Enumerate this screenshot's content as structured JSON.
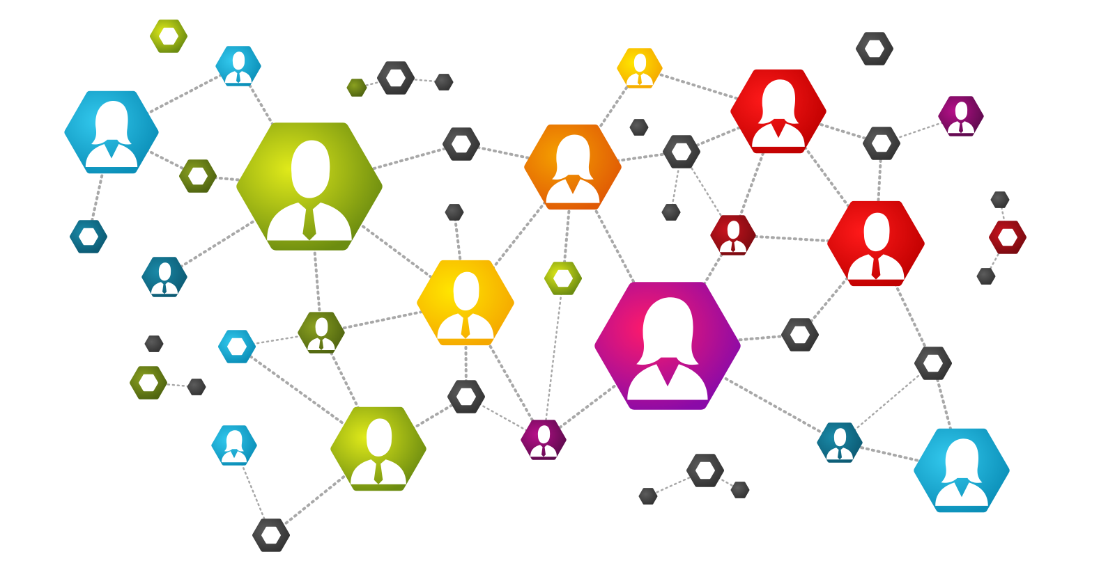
{
  "diagram": {
    "kind": "social network graph",
    "colors": {
      "cyan": [
        "#33c9ee",
        "#0b8fb8"
      ],
      "teal": [
        "#1a8aa8",
        "#0c5a73"
      ],
      "lime": [
        "#e0ea1a",
        "#6c8c10"
      ],
      "olive": [
        "#8aa020",
        "#4f6410"
      ],
      "yellow": [
        "#ffe600",
        "#f5a800"
      ],
      "orange": [
        "#f5a000",
        "#e05a05"
      ],
      "red": [
        "#ff1a1a",
        "#c00000"
      ],
      "darkred": [
        "#c8141e",
        "#7a0a10"
      ],
      "magenta": [
        "#ff1a6a",
        "#8a0aa8"
      ],
      "purple": [
        "#b8108a",
        "#5c0a4c"
      ],
      "gray": [
        "#5c5c5c",
        "#333333"
      ],
      "line": "#a8a8a8"
    },
    "people": [
      {
        "id": "p1",
        "icon": "woman-icon",
        "color": "cyan"
      },
      {
        "id": "p2",
        "icon": "man-icon",
        "color": "cyan"
      },
      {
        "id": "p3",
        "icon": "man-icon",
        "color": "lime"
      },
      {
        "id": "p4",
        "icon": "man-icon",
        "color": "teal"
      },
      {
        "id": "p5",
        "icon": "man-icon",
        "color": "olive"
      },
      {
        "id": "p6",
        "icon": "man-icon",
        "color": "yellow"
      },
      {
        "id": "p7",
        "icon": "man-icon",
        "color": "lime"
      },
      {
        "id": "p8",
        "icon": "woman-icon",
        "color": "cyan"
      },
      {
        "id": "p9",
        "icon": "woman-icon",
        "color": "orange"
      },
      {
        "id": "p10",
        "icon": "man-icon",
        "color": "yellow"
      },
      {
        "id": "p11",
        "icon": "man-icon",
        "color": "purple"
      },
      {
        "id": "p12",
        "icon": "woman-icon",
        "color": "magenta"
      },
      {
        "id": "p13",
        "icon": "woman-icon",
        "color": "red"
      },
      {
        "id": "p14",
        "icon": "man-icon",
        "color": "darkred"
      },
      {
        "id": "p15",
        "icon": "man-icon",
        "color": "red"
      },
      {
        "id": "p16",
        "icon": "man-icon",
        "color": "purple"
      },
      {
        "id": "p17",
        "icon": "man-icon",
        "color": "teal"
      },
      {
        "id": "p18",
        "icon": "woman-icon",
        "color": "cyan"
      }
    ],
    "rings": [
      {
        "id": "r1",
        "color": "lime"
      },
      {
        "id": "r2",
        "color": "olive"
      },
      {
        "id": "r3",
        "color": "teal"
      },
      {
        "id": "r4",
        "color": "cyan"
      },
      {
        "id": "r5",
        "color": "olive"
      },
      {
        "id": "r6",
        "color": "gray"
      },
      {
        "id": "r7",
        "color": "gray"
      },
      {
        "id": "r8",
        "color": "gray"
      },
      {
        "id": "r9",
        "color": "lime"
      },
      {
        "id": "r10",
        "color": "gray"
      },
      {
        "id": "r11",
        "color": "darkred"
      },
      {
        "id": "r12",
        "color": "gray"
      },
      {
        "id": "r13",
        "color": "gray"
      },
      {
        "id": "r14",
        "color": "gray"
      },
      {
        "id": "r15",
        "color": "gray"
      },
      {
        "id": "r16",
        "color": "darkred"
      },
      {
        "id": "r17",
        "color": "gray"
      }
    ],
    "dots": [
      {
        "id": "d1",
        "color": "olive"
      },
      {
        "id": "d2",
        "color": "gray"
      },
      {
        "id": "d3",
        "color": "gray"
      },
      {
        "id": "d4",
        "color": "gray"
      },
      {
        "id": "d5",
        "color": "gray"
      },
      {
        "id": "d6",
        "color": "gray"
      },
      {
        "id": "d7",
        "color": "gray"
      },
      {
        "id": "d8",
        "color": "gray"
      },
      {
        "id": "d9",
        "color": "gray"
      },
      {
        "id": "d10",
        "color": "gray"
      },
      {
        "id": "d11",
        "color": "gray"
      },
      {
        "id": "d12",
        "color": "gray"
      },
      {
        "id": "d13",
        "color": "gray"
      }
    ],
    "links": [
      [
        "p1",
        "r2"
      ],
      [
        "p1",
        "p2"
      ],
      [
        "p1",
        "r3"
      ],
      [
        "p2",
        "p3"
      ],
      [
        "r2",
        "p3"
      ],
      [
        "p3",
        "p4"
      ],
      [
        "p3",
        "p5"
      ],
      [
        "p3",
        "r6"
      ],
      [
        "p3",
        "p6"
      ],
      [
        "r6",
        "p9"
      ],
      [
        "p9",
        "p6"
      ],
      [
        "p9",
        "r9"
      ],
      [
        "p9",
        "r10"
      ],
      [
        "p9",
        "p10"
      ],
      [
        "p9",
        "p12"
      ],
      [
        "p10",
        "r11"
      ],
      [
        "r11",
        "p13"
      ],
      [
        "r10",
        "p13"
      ],
      [
        "r10",
        "p14"
      ],
      [
        "r10",
        "d7"
      ],
      [
        "p13",
        "r12"
      ],
      [
        "p13",
        "p14"
      ],
      [
        "p13",
        "p15"
      ],
      [
        "r12",
        "p16"
      ],
      [
        "r12",
        "p15"
      ],
      [
        "p14",
        "p15"
      ],
      [
        "p14",
        "p12"
      ],
      [
        "p15",
        "r13"
      ],
      [
        "p15",
        "r14"
      ],
      [
        "r14",
        "p18"
      ],
      [
        "r14",
        "p17"
      ],
      [
        "p12",
        "r13"
      ],
      [
        "p12",
        "p17"
      ],
      [
        "p17",
        "p18"
      ],
      [
        "p12",
        "p11"
      ],
      [
        "r9",
        "p11"
      ],
      [
        "p6",
        "p11"
      ],
      [
        "p6",
        "r15"
      ],
      [
        "p6",
        "p5"
      ],
      [
        "p6",
        "d4"
      ],
      [
        "p5",
        "r4"
      ],
      [
        "p5",
        "p7"
      ],
      [
        "r4",
        "p7"
      ],
      [
        "r15",
        "p7"
      ],
      [
        "r15",
        "p11"
      ],
      [
        "p8",
        "r17"
      ],
      [
        "r5",
        "d9"
      ],
      [
        "r7",
        "d3"
      ],
      [
        "d1",
        "r7"
      ],
      [
        "d12",
        "r8"
      ],
      [
        "r8",
        "d13"
      ],
      [
        "r16",
        "d10"
      ],
      [
        "r16",
        "d11"
      ],
      [
        "p7",
        "r17"
      ]
    ]
  }
}
